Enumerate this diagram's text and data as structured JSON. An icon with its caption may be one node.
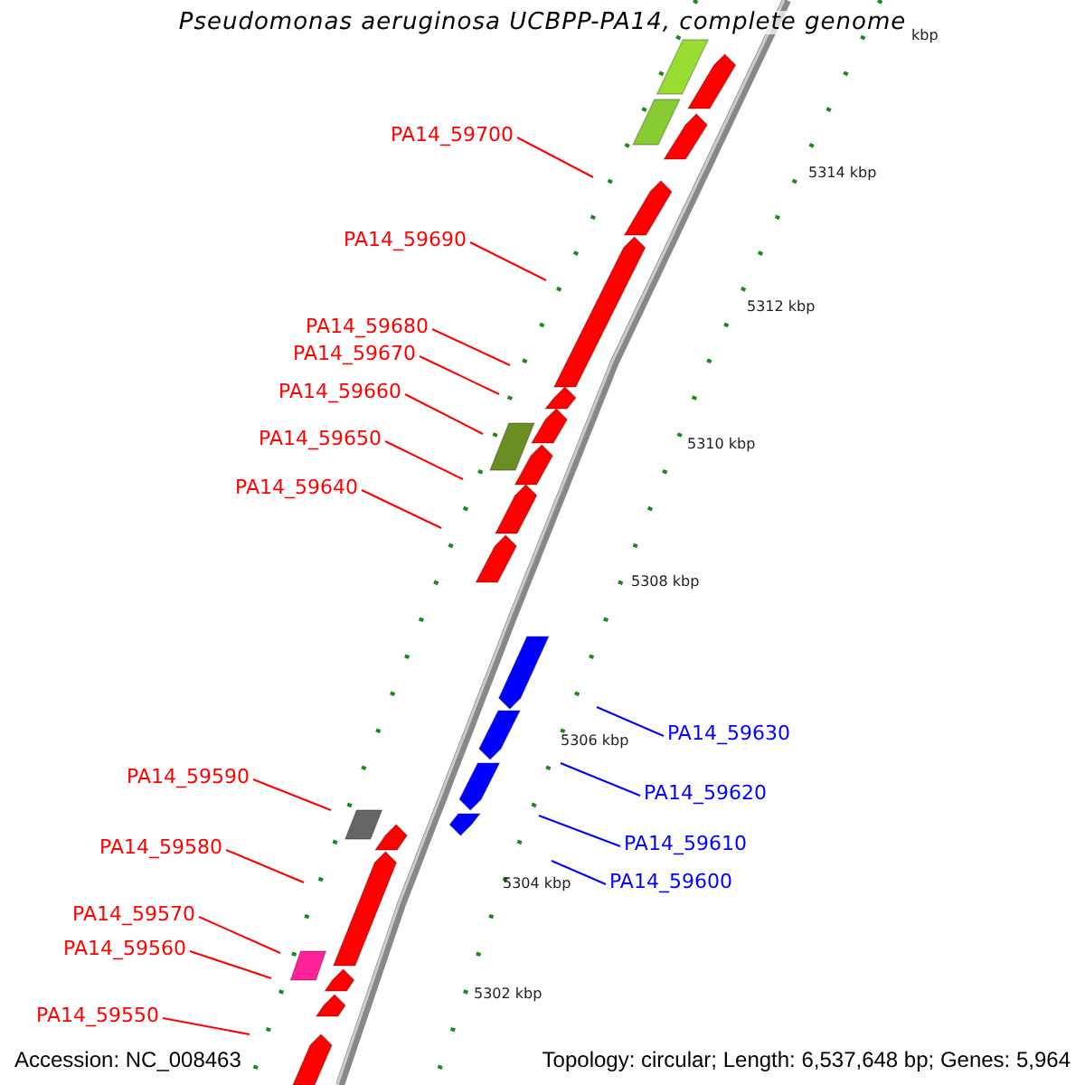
{
  "diagram": {
    "title": "Pseudomonas aeruginosa UCBPP-PA14, complete genome",
    "nodes": [
      {
        "text": [
          "PA14_59700"
        ]
      },
      {
        "text": [
          "PA14_59690"
        ]
      },
      {
        "text": [
          "PA14_59680"
        ]
      },
      {
        "text": [
          "PA14_59670"
        ]
      },
      {
        "text": [
          "PA14_59660"
        ]
      },
      {
        "text": [
          "PA14_59650"
        ]
      },
      {
        "text": [
          "PA14_59640"
        ]
      },
      {
        "text": [
          "PA14_59630"
        ]
      },
      {
        "text": [
          "PA14_59590"
        ]
      },
      {
        "text": [
          "PA14_59620"
        ]
      },
      {
        "text": [
          "PA14_59610"
        ]
      },
      {
        "text": [
          "PA14_59580"
        ]
      },
      {
        "text": [
          "PA14_59600"
        ]
      },
      {
        "text": [
          "PA14_59570"
        ]
      },
      {
        "text": [
          "PA14_59560"
        ]
      },
      {
        "text": [
          "PA14_59550"
        ]
      }
    ],
    "edges": [
      {
        "from": 0,
        "to": null,
        "arrow": "none"
      },
      {
        "from": 1,
        "to": null,
        "arrow": "none"
      },
      {
        "from": 2,
        "to": null,
        "arrow": "none"
      },
      {
        "from": 3,
        "to": null,
        "arrow": "none"
      },
      {
        "from": 4,
        "to": null,
        "arrow": "none"
      },
      {
        "from": 5,
        "to": null,
        "arrow": "none"
      },
      {
        "from": 6,
        "to": null,
        "arrow": "none"
      },
      {
        "from": 7,
        "to": null,
        "arrow": "none",
        "color": "#0000ff"
      },
      {
        "from": 8,
        "to": null,
        "arrow": "none"
      },
      {
        "from": 9,
        "to": null,
        "arrow": "none",
        "color": "#0000ff"
      },
      {
        "from": 10,
        "to": null,
        "arrow": "none",
        "color": "#0000ff"
      },
      {
        "from": 11,
        "to": null,
        "arrow": "none"
      },
      {
        "from": 12,
        "to": null,
        "arrow": "none",
        "color": "#0000ff"
      },
      {
        "from": 13,
        "to": null,
        "arrow": "none"
      },
      {
        "from": 14,
        "to": null,
        "arrow": "none"
      },
      {
        "from": 15,
        "to": null,
        "arrow": "none"
      }
    ],
    "labels": [
      "kbp",
      "5314 kbp",
      "5312 kbp",
      "5310 kbp",
      "5308 kbp",
      "5306 kbp",
      "5304 kbp",
      "5302 kbp",
      "Accession: NC_008463",
      "Topology: circular; Length: 6,537,648 bp; Genes: 5,964"
    ]
  }
}
